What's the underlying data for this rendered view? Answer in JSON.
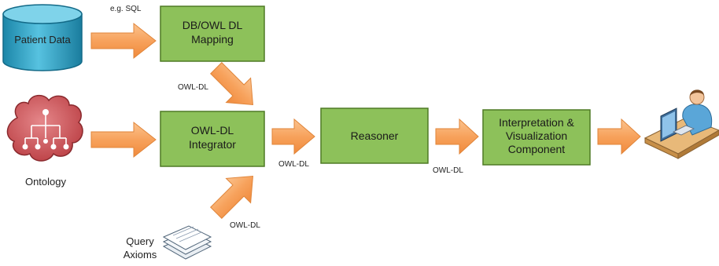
{
  "sources": {
    "patient_data": "Patient Data",
    "ontology": "Ontology",
    "query_axioms_line1": "Query",
    "query_axioms_line2": "Axioms"
  },
  "boxes": {
    "mapping": [
      "DB/OWL DL",
      "Mapping"
    ],
    "integrator": [
      "OWL-DL",
      "Integrator"
    ],
    "reasoner": [
      "Reasoner"
    ],
    "interpretation": [
      "Interpretation &",
      "Visualization",
      "Component"
    ]
  },
  "edge_labels": {
    "eg_sql": "e.g. SQL",
    "owl_dl_mapping": "OWL-DL",
    "owl_dl_query": "OWL-DL",
    "owl_dl_integrator": "OWL-DL",
    "owl_dl_reasoner": "OWL-DL"
  },
  "colors": {
    "box_fill": "#8dc15a",
    "arrow_fill": "#f7a25c",
    "cylinder_fill": "#2fa7c9",
    "ontology_fill": "#c9474b"
  },
  "icons": {
    "user": "user-at-computer-icon",
    "documents": "document-stack-icon",
    "database": "database-cylinder-icon",
    "ontology": "ontology-tree-icon"
  }
}
